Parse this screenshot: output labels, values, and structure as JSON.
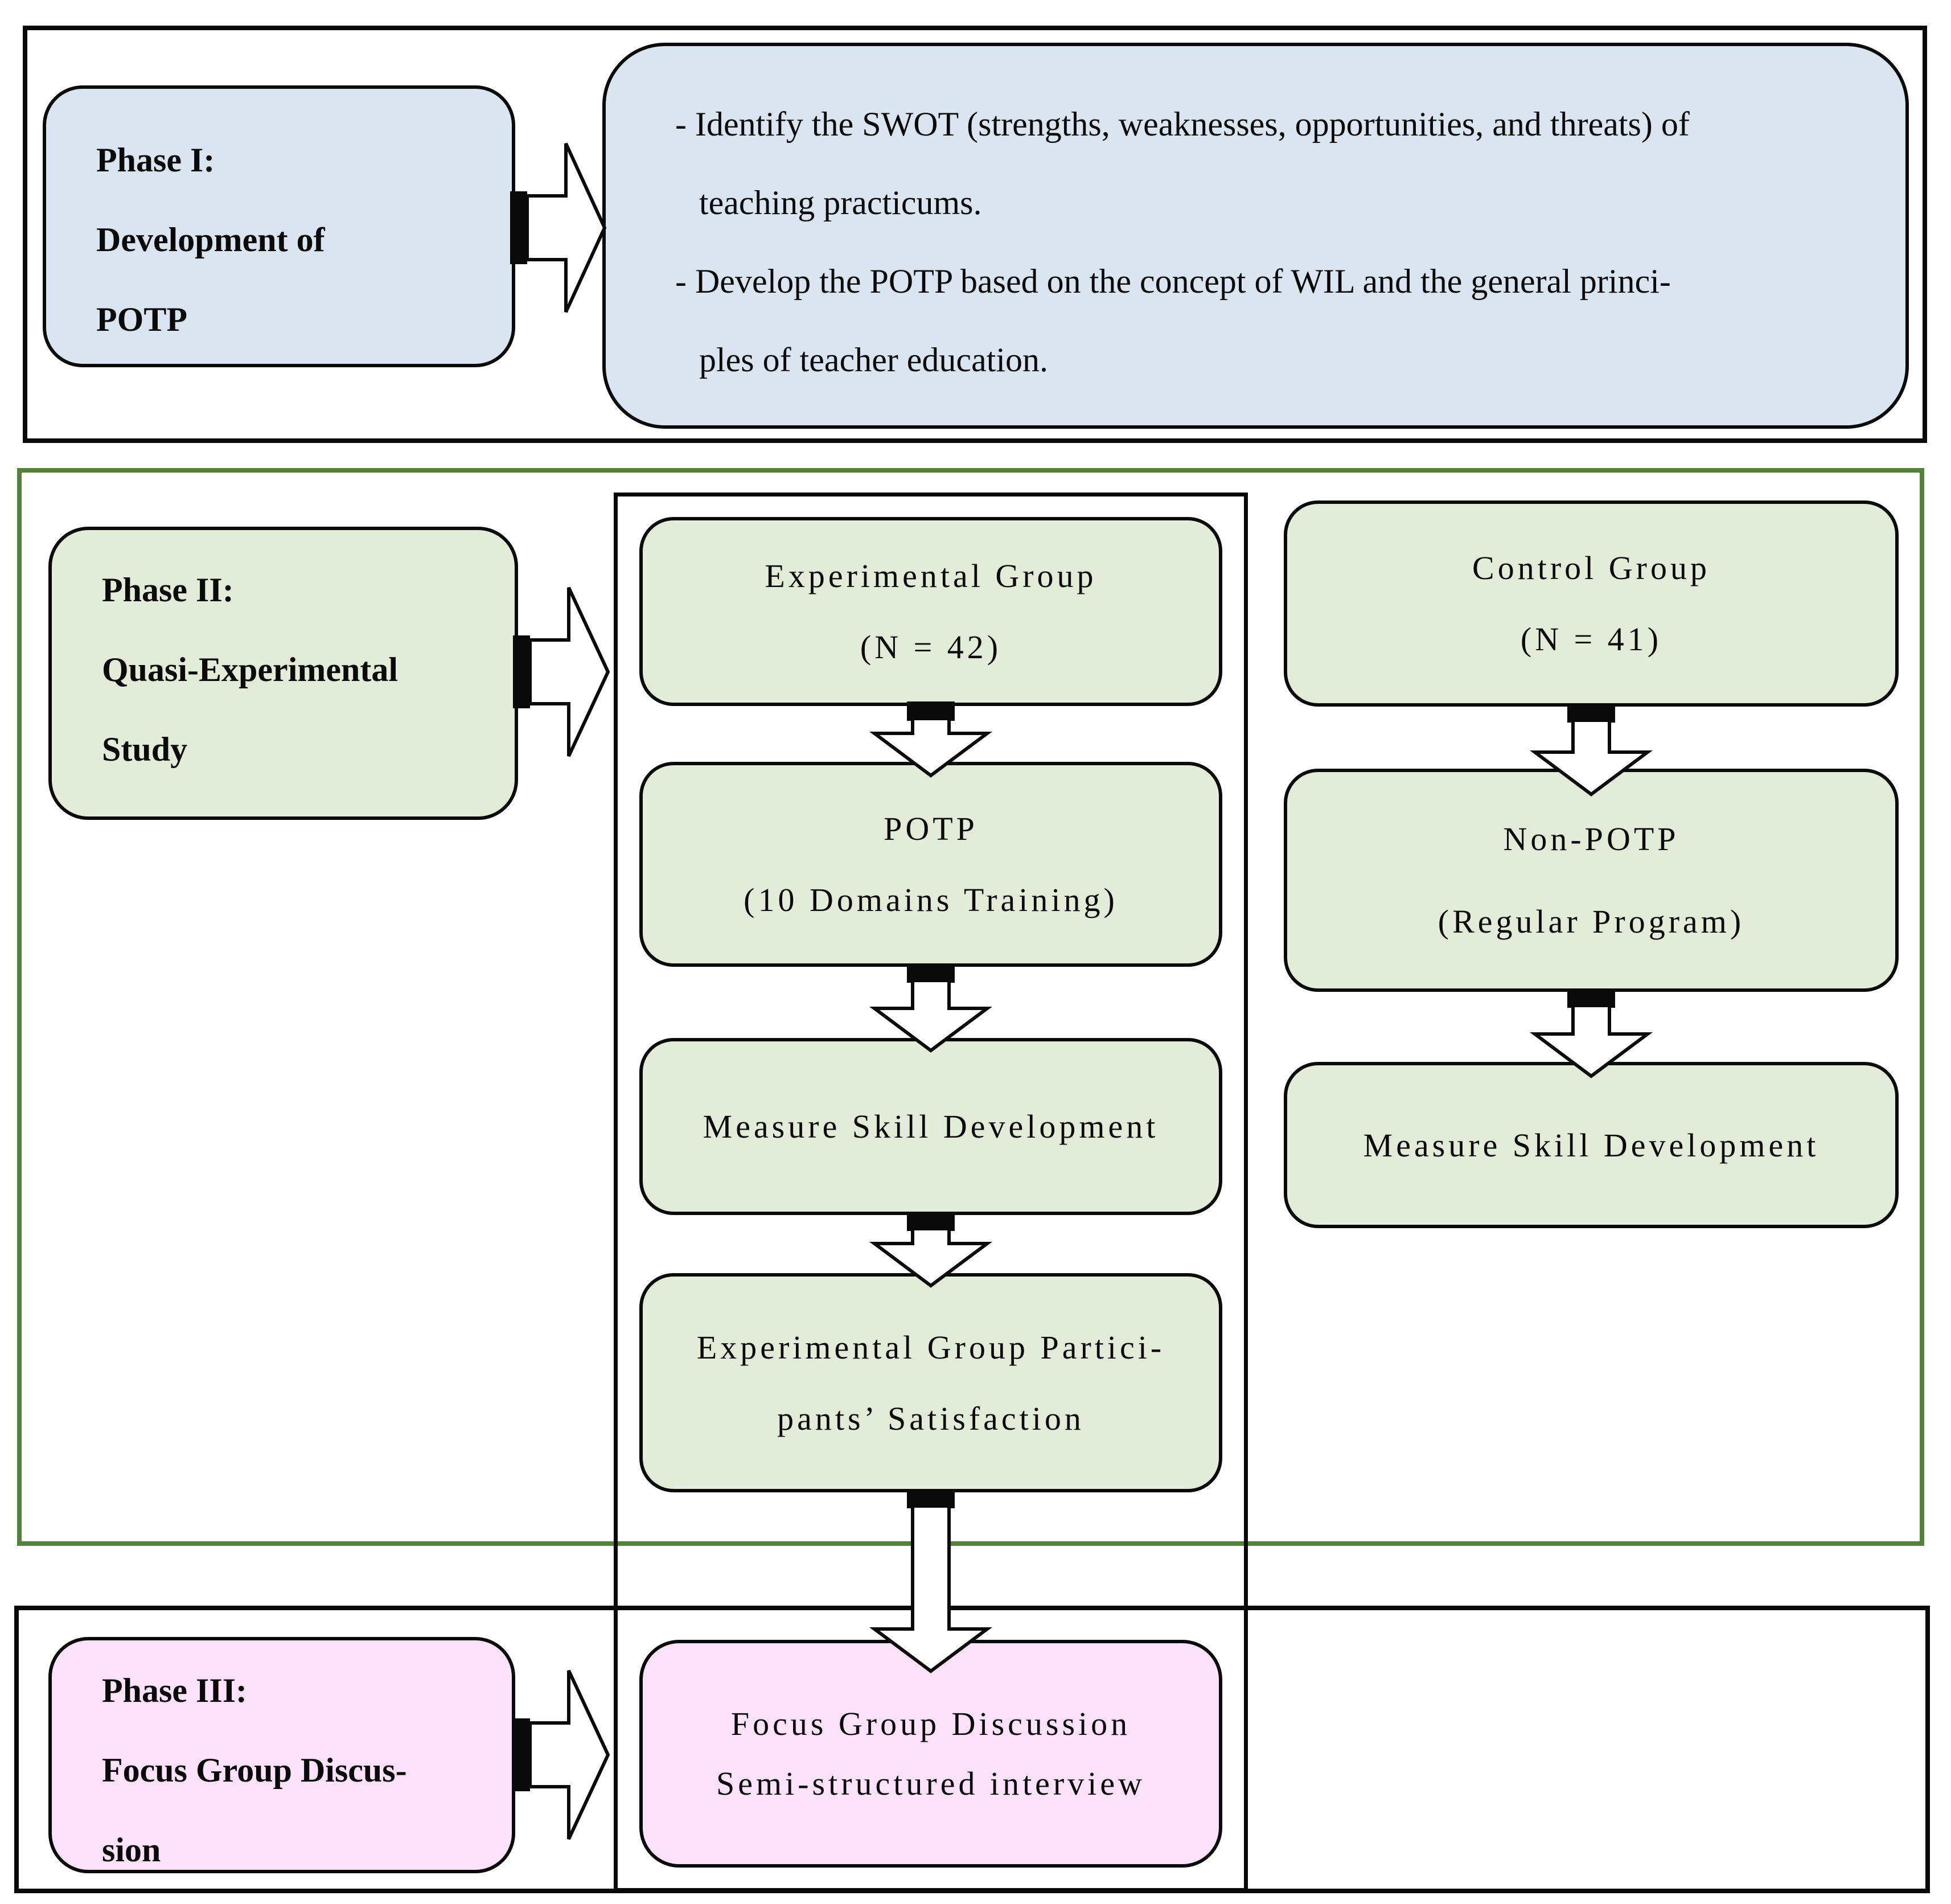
{
  "colors": {
    "phase1_fill": "#dbe5f1",
    "phase2_fill": "#e2ecd9",
    "phase3_fill": "#fbe2fa",
    "phase2_frame_border": "#56813a",
    "frame_border": "#0a0a0a",
    "text": "#0a0a0a"
  },
  "phase1": {
    "label": [
      "Phase I:",
      "Development of",
      "POTP"
    ],
    "content": [
      "- Identify the SWOT (strengths, weaknesses, opportunities, and threats) of",
      "teaching practicums.",
      "- Develop the POTP based on the concept of WIL and the general princi-",
      "ples of teacher education."
    ]
  },
  "phase2": {
    "label": [
      "Phase II:",
      "Quasi-Experimental",
      "Study"
    ],
    "experimental": {
      "group": [
        "Experimental Group",
        "(N = 42)"
      ],
      "potp": [
        "POTP",
        "(10 Domains Training)"
      ],
      "measure": [
        "Measure Skill Development"
      ],
      "satisfaction": [
        "Experimental Group Partici-",
        "pants’ Satisfaction"
      ]
    },
    "control": {
      "group": [
        "Control Group",
        "(N = 41)"
      ],
      "nonpotp": [
        "Non-POTP",
        "(Regular Program)"
      ],
      "measure": [
        "Measure Skill Development"
      ]
    }
  },
  "phase3": {
    "label": [
      "Phase III:",
      "Focus Group Discus-",
      "sion"
    ],
    "content": [
      "Focus Group Discussion",
      "Semi-structured interview"
    ]
  }
}
